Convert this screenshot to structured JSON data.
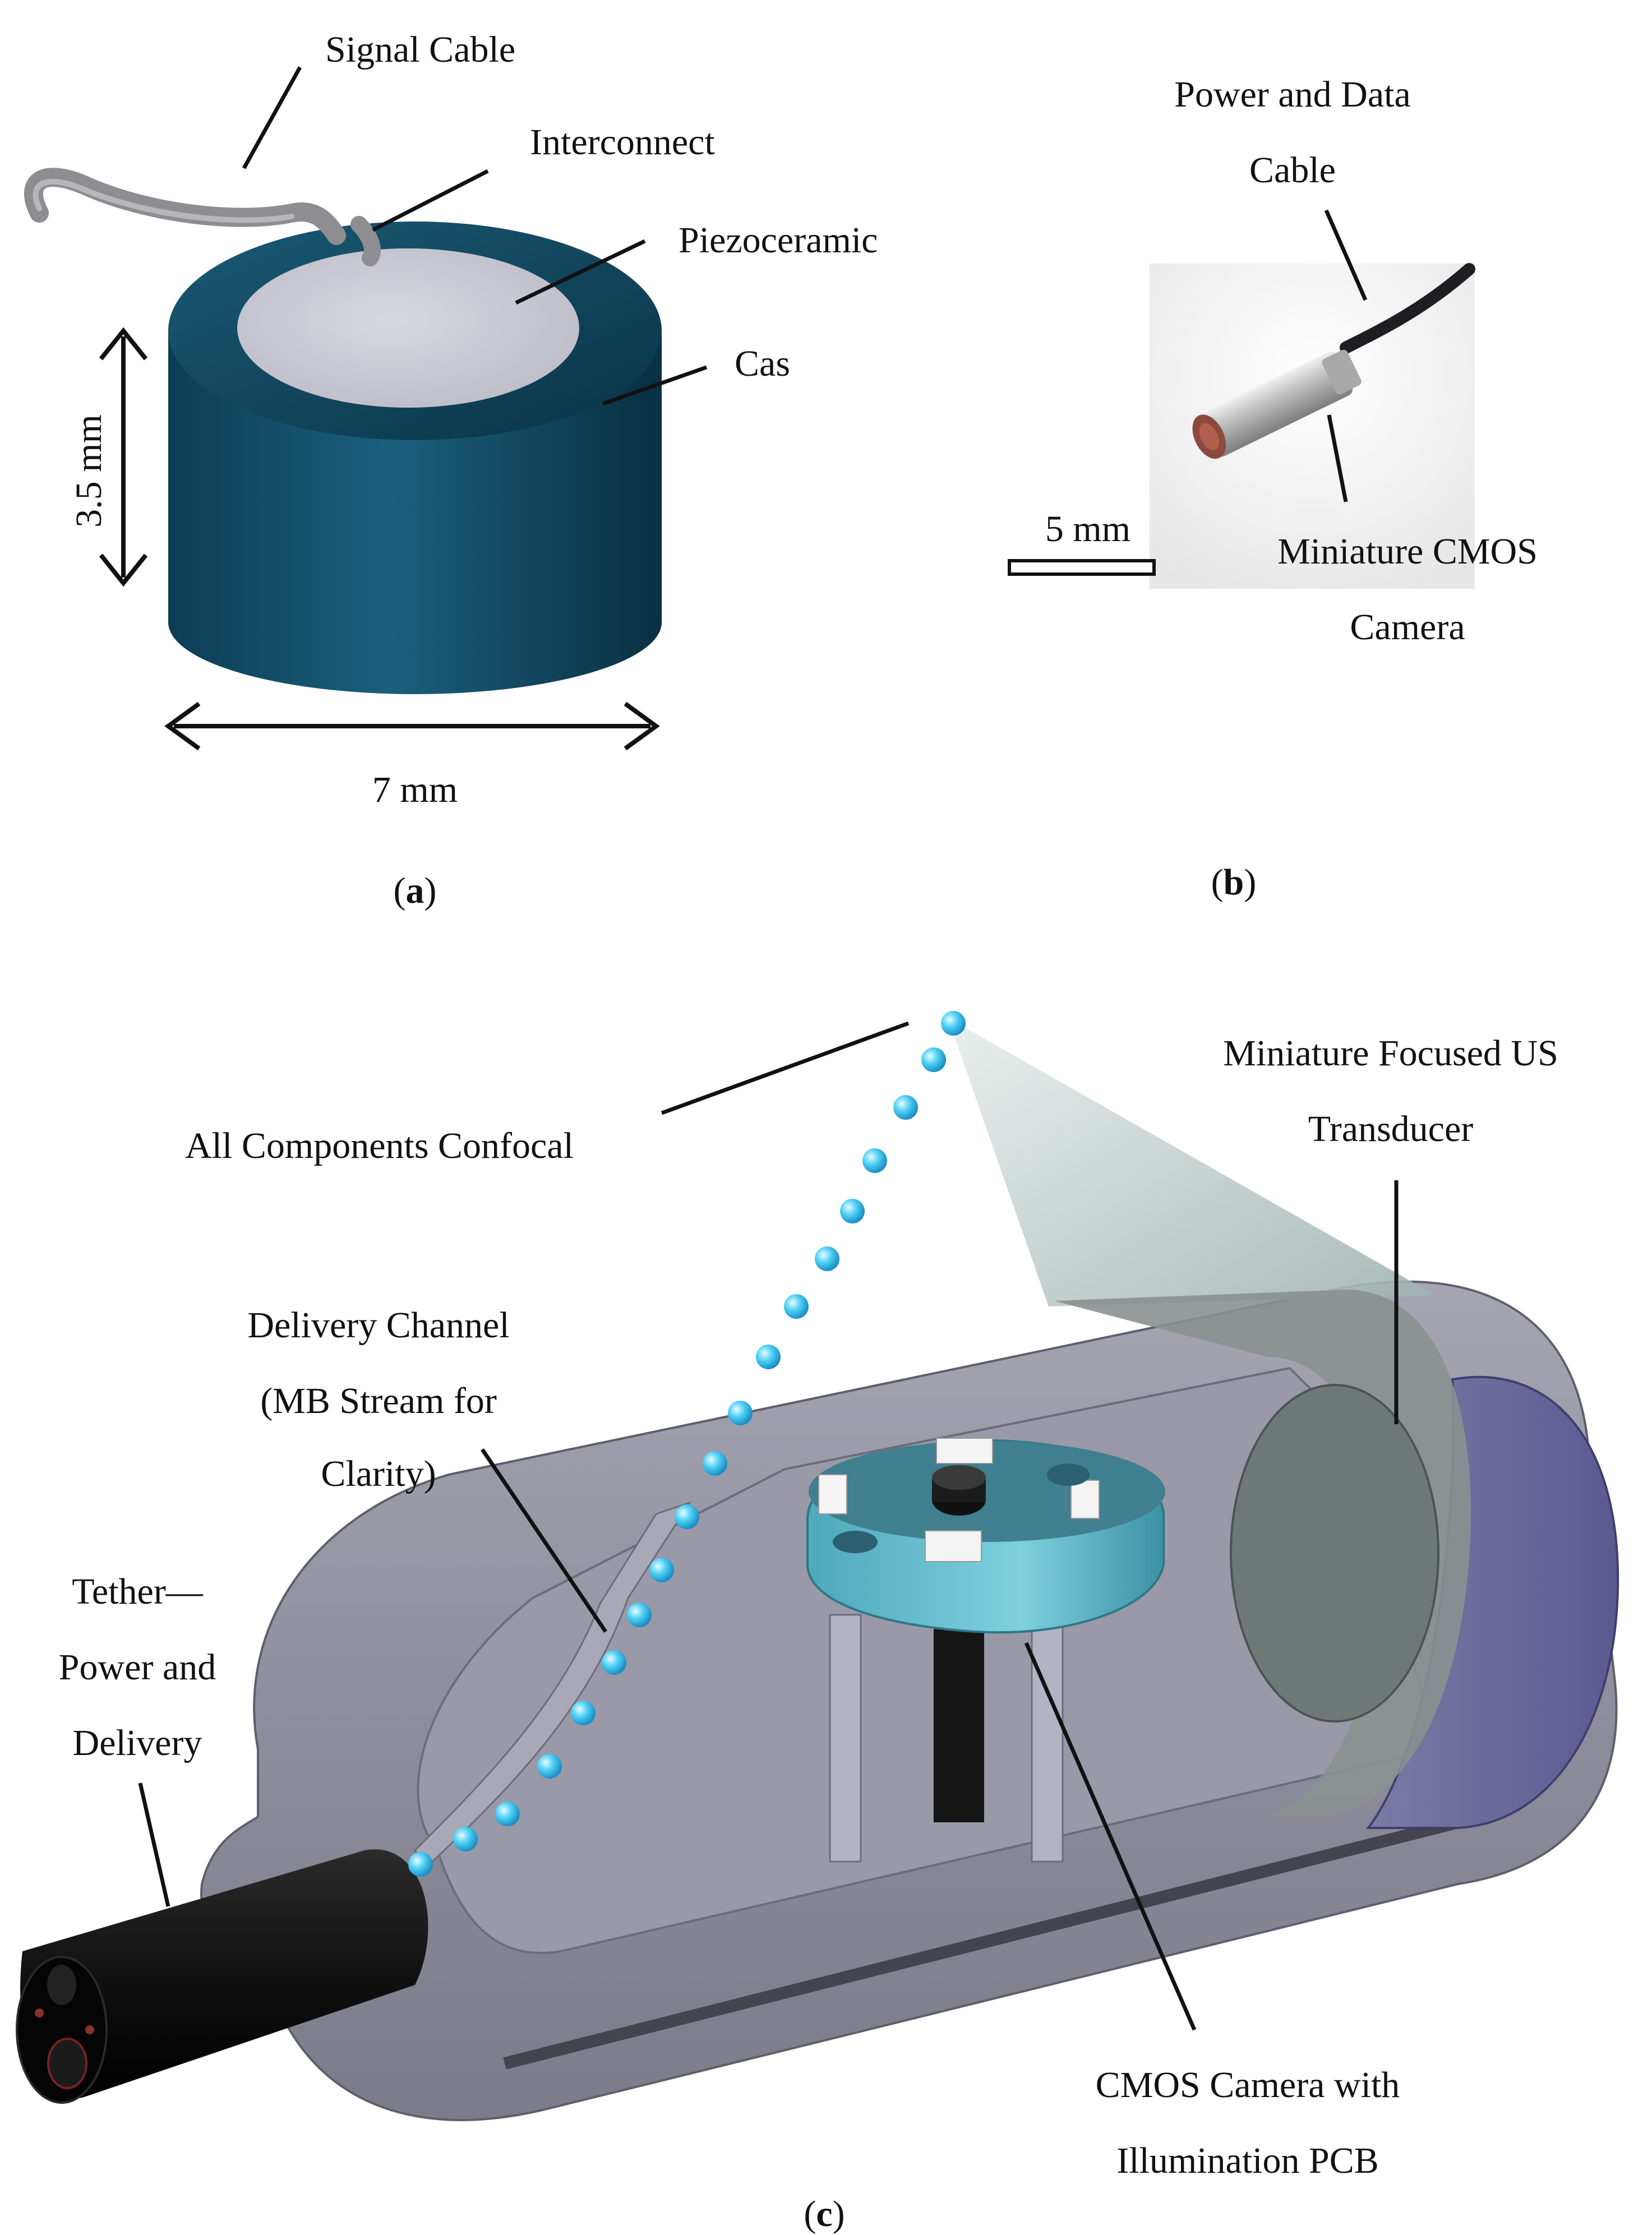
{
  "panel_a": {
    "labels": {
      "signal_cable": "Signal Cable",
      "interconnect": "Interconnect",
      "piezoceramic": "Piezoceramic",
      "case": "Cas",
      "height": "3.5 mm",
      "width": "7 mm"
    },
    "caption": {
      "open": "(",
      "letter": "a",
      "close": ")"
    }
  },
  "panel_b": {
    "labels": {
      "cable_line1": "Power and Data",
      "cable_line2": "Cable",
      "scale": "5 mm",
      "camera_line1": "Miniature CMOS",
      "camera_line2": "Camera"
    },
    "caption": {
      "open": "(",
      "letter": "b",
      "close": ")"
    }
  },
  "panel_c": {
    "labels": {
      "confocal": "All Components Confocal",
      "transducer_line1": "Miniature Focused US",
      "transducer_line2": "Transducer",
      "delivery_line1": "Delivery Channel",
      "delivery_line2": "(MB Stream for",
      "delivery_line3": "Clarity)",
      "tether_line1": "Tether—",
      "tether_line2": "Power and",
      "tether_line3": "Delivery",
      "camera_line1": "CMOS Camera with",
      "camera_line2": "Illumination PCB"
    },
    "caption": {
      "open": "(",
      "letter": "c",
      "close": ")"
    }
  },
  "colors": {
    "case_blue": "#0f4a63",
    "piezo_gray": "#c9c9d1",
    "capsule_gray": "#8f8f9e",
    "microbubble": "#3cc4ef",
    "transducer_purple": "#5a5aa8",
    "pcb_teal": "#5fb8c8"
  }
}
